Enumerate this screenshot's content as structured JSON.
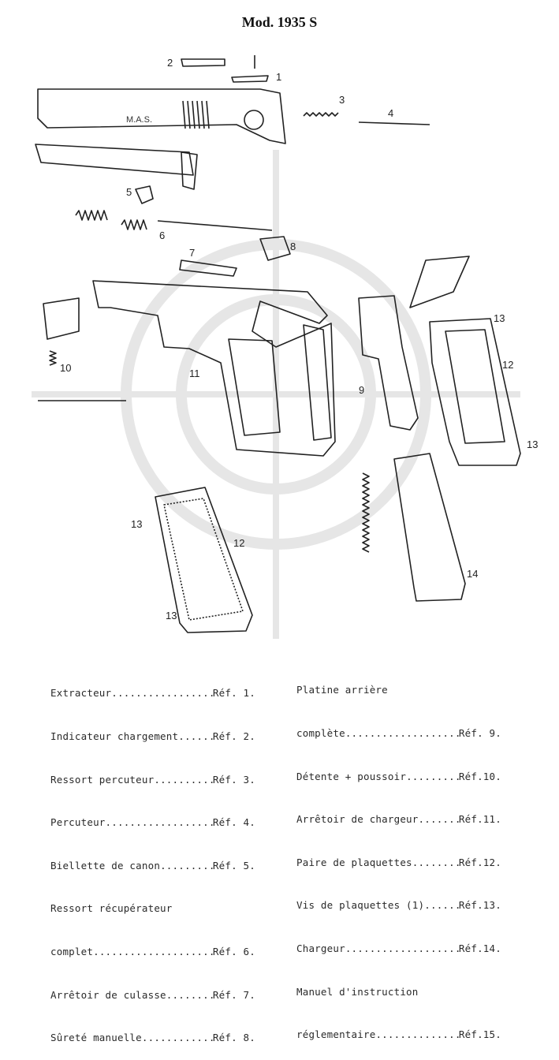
{
  "title": "Mod. 1935 S",
  "callouts": [
    "1",
    "2",
    "3",
    "4",
    "5",
    "6",
    "7",
    "8",
    "9",
    "10",
    "11",
    "12",
    "12",
    "13",
    "13",
    "13",
    "13",
    "14"
  ],
  "engraving": "M.A.S.",
  "parts_left": [
    {
      "name": "Extracteur",
      "ref": "Réf. 1."
    },
    {
      "name": "Indicateur chargement",
      "ref": "Réf. 2."
    },
    {
      "name": "Ressort percuteur",
      "ref": "Réf. 3."
    },
    {
      "name": "Percuteur",
      "ref": "Réf. 4."
    },
    {
      "name": "Biellette de canon",
      "ref": "Réf. 5."
    },
    {
      "name": "Ressort récupérateur",
      "ref": ""
    },
    {
      "name": "complet",
      "ref": "Réf. 6."
    },
    {
      "name": "Arrêtoir de culasse",
      "ref": "Réf. 7."
    },
    {
      "name": "Sûreté manuelle",
      "ref": "Réf. 8."
    }
  ],
  "parts_right": [
    {
      "name": "Platine arrière",
      "ref": ""
    },
    {
      "name": "complète",
      "ref": "Réf. 9."
    },
    {
      "name": "Détente + poussoir",
      "ref": "Réf.10."
    },
    {
      "name": "Arrêtoir de chargeur",
      "ref": "Réf.11."
    },
    {
      "name": "Paire de plaquettes",
      "ref": "Réf.12."
    },
    {
      "name": "Vis de plaquettes (1)",
      "ref": "Réf.13."
    },
    {
      "name": "Chargeur",
      "ref": "Réf.14."
    },
    {
      "name": "Manuel d'instruction",
      "ref": ""
    },
    {
      "name": "réglementaire",
      "ref": "Réf.15."
    }
  ]
}
